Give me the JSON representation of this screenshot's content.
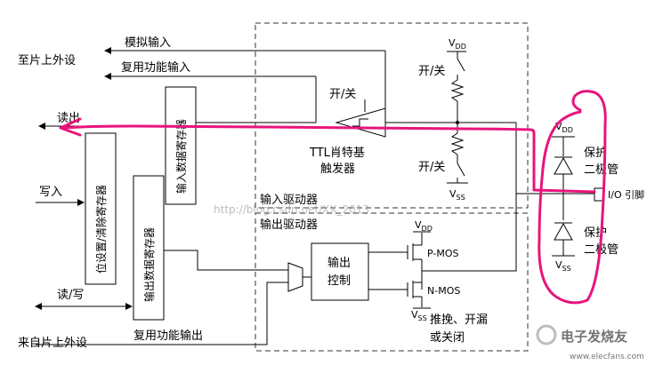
{
  "labels": {
    "to_onchip_peripheral": "至片上外设",
    "from_onchip_peripheral": "来自片上外设",
    "analog_input": "模拟输入",
    "alt_function_input": "复用功能输入",
    "alt_function_output": "复用功能输出",
    "read_out": "读出",
    "write_in": "写入",
    "read_write": "读/写",
    "input_data_register": "输入数据寄存器",
    "bit_set_reset_register": "位设置/清除寄存器",
    "output_data_register": "输出数据寄存器",
    "on_off_top": "开/关",
    "on_off_upper": "开/关",
    "on_off_lower": "开/关",
    "ttl_schmitt_line1": "TTL肖特基",
    "ttl_schmitt_line2": "触发器",
    "input_driver": "输入驱动器",
    "output_driver": "输出驱动器",
    "output_control_line1": "输出",
    "output_control_line2": "控制",
    "pmos": "P-MOS",
    "nmos": "N-MOS",
    "push_pull_line1": "推挽、开漏",
    "push_pull_line2": "或关闭",
    "protect_diode_upper_line1": "保护",
    "protect_diode_upper_line2": "二极管",
    "protect_diode_lower_line1": "保护",
    "protect_diode_lower_line2": "二极管",
    "io_pin": "I/O 引脚",
    "vdd_top": "DD",
    "vss_input": "SS",
    "vdd_output": "DD",
    "vss_output": "SS",
    "vdd_diode": "DD",
    "vss_diode": "SS",
    "v_prefix": "V"
  },
  "watermark": {
    "url": "http://blog.csdn.net/XX_2013",
    "logo_text": "电子发烧友",
    "logo_url": "www.elecfans.com"
  },
  "colors": {
    "annotation": "#e8147c",
    "lines": "#000000",
    "dashed_box": "#333333"
  }
}
